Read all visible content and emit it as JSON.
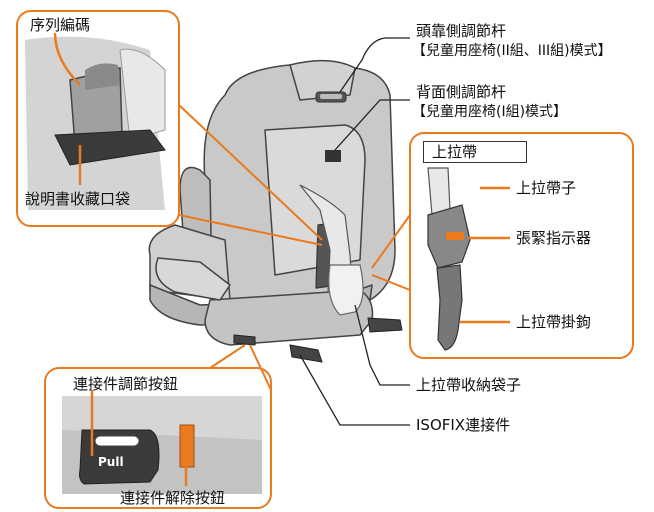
{
  "labels": {
    "serial_number": "序列編碼",
    "manual_pocket": "說明書收藏口袋",
    "headrest_lever_line1": "頭靠側調節杆",
    "headrest_lever_line2": "【兒童用座椅(II組、III組)模式】",
    "back_lever_line1": "背面側調節杆",
    "back_lever_line2": "【兒童用座椅(I組)模式】",
    "top_tether_title": "上拉帶",
    "top_tether_strap": "上拉帶子",
    "tension_indicator": "張緊指示器",
    "top_tether_hook": "上拉帶掛鉤",
    "tether_storage_pocket": "上拉帶收納袋子",
    "isofix_connector": "ISOFIX連接件",
    "connector_adjust_button": "連接件調節按鈕",
    "connector_release_button": "連接件解除按鈕",
    "pull_tag": "Pull"
  },
  "colors": {
    "accent_orange": "#EA7A1E",
    "seat_gray": "#C9C9C9",
    "dark_gray": "#555555",
    "outline": "#333333"
  }
}
